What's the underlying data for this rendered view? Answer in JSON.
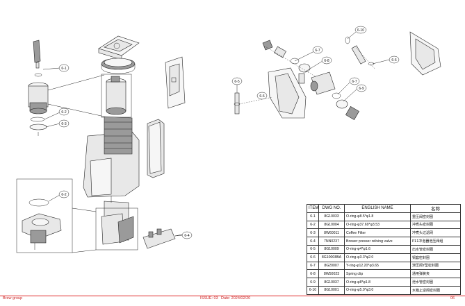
{
  "callouts": [
    "6-1",
    "6-2",
    "6-3",
    "6-2",
    "6-4",
    "6-5",
    "6-6",
    "6-7",
    "6-8",
    "6-7",
    "6-9",
    "6-10",
    "6-6"
  ],
  "table": {
    "headers": {
      "item": "ITEM",
      "dwg": "DWG NO.",
      "english": "ENGLISH NAME",
      "chinese": "名称"
    },
    "rows": [
      {
        "item": "6-1",
        "dwg": "8G10033",
        "english": "O-ring-φ8.5*φ1.8",
        "chinese": "重压阀密封圈"
      },
      {
        "item": "6-2",
        "dwg": "8G10004",
        "english": "O-ring-φ37.69*φ3.53",
        "chinese": "冲煮头密封圈"
      },
      {
        "item": "6-3",
        "dwg": "8W60011",
        "english": "Coffee Filter",
        "chinese": "冲煮头过滤网"
      },
      {
        "item": "6-4",
        "dwg": "7NN0237",
        "english": "Brewer presser reliving valve",
        "chinese": "P11冲泡器泄压阀组"
      },
      {
        "item": "6-5",
        "dwg": "8G10009",
        "english": "O-ring-φ4*φ1.6",
        "chinese": "出水管密封圈"
      },
      {
        "item": "6-6",
        "dwg": "8G10008BA",
        "english": "O-ring-φ3.3*φ2.0",
        "chinese": "铜套密封圈"
      },
      {
        "item": "6-7",
        "dwg": "8G20007",
        "english": "Y-ring-φ12.20*φ3.65",
        "chinese": "泄压阀Y型密封圈"
      },
      {
        "item": "6-8",
        "dwg": "8W50023",
        "english": "Spring clip",
        "chinese": "通用弹簧夹"
      },
      {
        "item": "6-9",
        "dwg": "8G10037",
        "english": "O-ring-φ8*φ1.8",
        "chinese": "泄水管密封圈"
      },
      {
        "item": "6-10",
        "dwg": "8G10001",
        "english": "O-ring-φ5.0*φ3.0",
        "chinese": "水箱止逆阀密封圈"
      }
    ]
  },
  "footer": {
    "left": "Brew group",
    "issue": "ISSUE: 03",
    "date": "Date: 2024/02/20",
    "page": "06"
  }
}
